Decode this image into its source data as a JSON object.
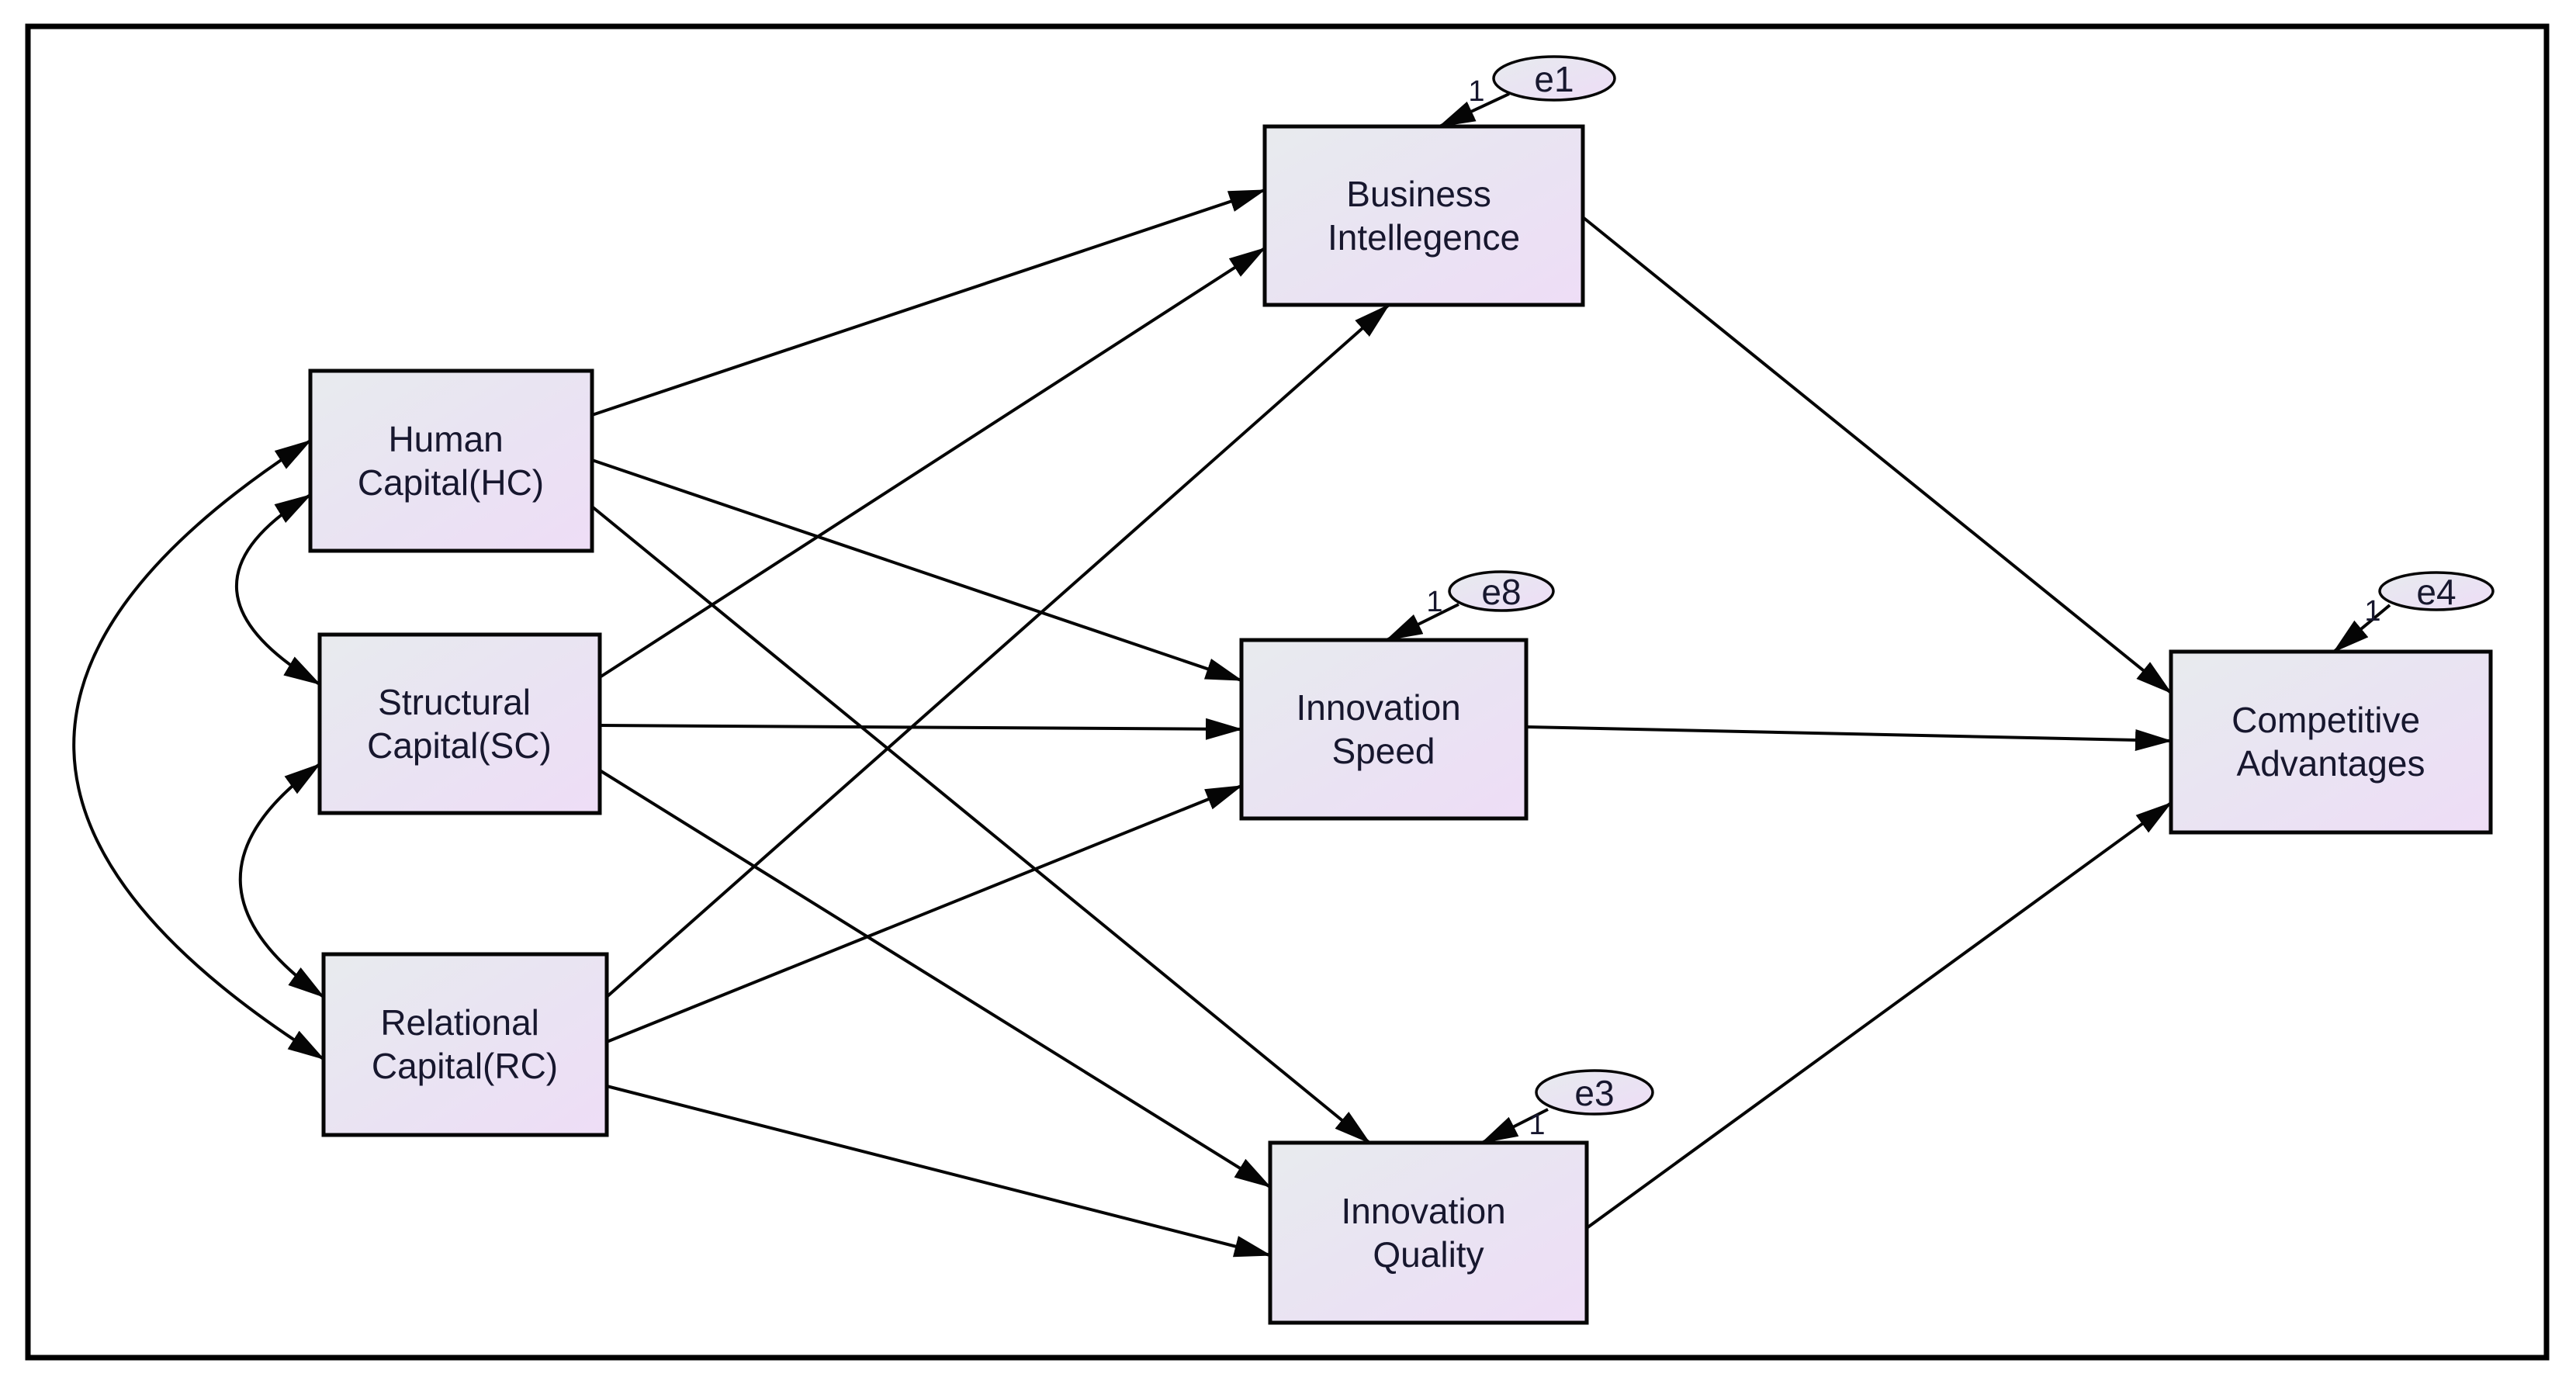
{
  "figure": {
    "type": "sem-path-diagram",
    "background_color": "#ffffff",
    "frame_color": "#000000",
    "node_fill_gradient": [
      "#e8ebee",
      "#eeddf6"
    ],
    "node_border_color": "#060606",
    "arrow_color": "#050505",
    "text_color": "#17172e"
  },
  "nodes": {
    "hc": {
      "label": [
        "Human",
        "Capital(HC)"
      ]
    },
    "sc": {
      "label": [
        "Structural",
        "Capital(SC)"
      ]
    },
    "rc": {
      "label": [
        "Relational",
        "Capital(RC)"
      ]
    },
    "bi": {
      "label": [
        "Business",
        "Intellegence"
      ]
    },
    "is": {
      "label": [
        "Innovation",
        "Speed"
      ]
    },
    "iq": {
      "label": [
        "Innovation",
        "Quality"
      ]
    },
    "ca": {
      "label": [
        "Competitive",
        "Advantages"
      ]
    }
  },
  "error_terms": {
    "e1": {
      "label": "e1",
      "weight": "1",
      "attached_to": "bi"
    },
    "e8": {
      "label": "e8",
      "weight": "1",
      "attached_to": "is"
    },
    "e3": {
      "label": "e3",
      "weight": "1",
      "attached_to": "iq"
    },
    "e4": {
      "label": "e4",
      "weight": "1",
      "attached_to": "ca"
    }
  },
  "regression_paths": [
    {
      "from": "hc",
      "to": "bi"
    },
    {
      "from": "hc",
      "to": "is"
    },
    {
      "from": "hc",
      "to": "iq"
    },
    {
      "from": "sc",
      "to": "bi"
    },
    {
      "from": "sc",
      "to": "is"
    },
    {
      "from": "sc",
      "to": "iq"
    },
    {
      "from": "rc",
      "to": "bi"
    },
    {
      "from": "rc",
      "to": "is"
    },
    {
      "from": "rc",
      "to": "iq"
    },
    {
      "from": "bi",
      "to": "ca"
    },
    {
      "from": "is",
      "to": "ca"
    },
    {
      "from": "iq",
      "to": "ca"
    }
  ],
  "covariances": [
    {
      "between": [
        "hc",
        "sc"
      ]
    },
    {
      "between": [
        "sc",
        "rc"
      ]
    },
    {
      "between": [
        "hc",
        "rc"
      ]
    }
  ]
}
